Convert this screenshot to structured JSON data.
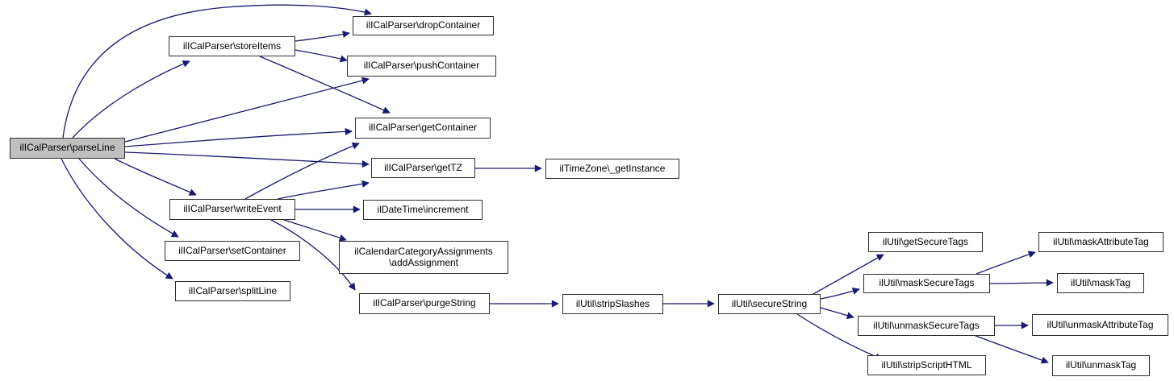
{
  "diagram_type": "call-graph",
  "colors": {
    "edge": "#191970",
    "node_border": "#2f2f2f",
    "node_fill": "#ffffff",
    "highlight_fill": "#bfbfbf",
    "background": "#ffffff"
  },
  "nodes": {
    "parseLine": {
      "label": "ilICalParser\\parseLine",
      "highlighted": true
    },
    "storeItems": {
      "label": "ilICalParser\\storeItems"
    },
    "dropContainer": {
      "label": "ilICalParser\\dropContainer"
    },
    "pushContainer": {
      "label": "ilICalParser\\pushContainer"
    },
    "getContainer": {
      "label": "ilICalParser\\getContainer"
    },
    "getTZ": {
      "label": "ilICalParser\\getTZ"
    },
    "getInstance": {
      "label": "ilTimeZone\\_getInstance"
    },
    "writeEvent": {
      "label": "ilICalParser\\writeEvent"
    },
    "increment": {
      "label": "ilDateTime\\increment"
    },
    "addAssignment": {
      "label1": "ilCalendarCategoryAssignments",
      "label2": "\\addAssignment"
    },
    "setContainer": {
      "label": "ilICalParser\\setContainer"
    },
    "splitLine": {
      "label": "ilICalParser\\splitLine"
    },
    "purgeString": {
      "label": "ilICalParser\\purgeString"
    },
    "stripSlashes": {
      "label": "ilUtil\\stripSlashes"
    },
    "secureString": {
      "label": "ilUtil\\secureString"
    },
    "getSecureTags": {
      "label": "ilUtil\\getSecureTags"
    },
    "maskSecureTags": {
      "label": "ilUtil\\maskSecureTags"
    },
    "unmaskSecureTags": {
      "label": "ilUtil\\unmaskSecureTags"
    },
    "stripScriptHTML": {
      "label": "ilUtil\\stripScriptHTML"
    },
    "maskAttributeTag": {
      "label": "ilUtil\\maskAttributeTag"
    },
    "maskTag": {
      "label": "ilUtil\\maskTag"
    },
    "unmaskAttributeTag": {
      "label": "ilUtil\\unmaskAttributeTag"
    },
    "unmaskTag": {
      "label": "ilUtil\\unmaskTag"
    }
  },
  "edges": [
    {
      "from": "parseLine",
      "to": "dropContainer"
    },
    {
      "from": "parseLine",
      "to": "storeItems"
    },
    {
      "from": "parseLine",
      "to": "pushContainer"
    },
    {
      "from": "parseLine",
      "to": "getContainer"
    },
    {
      "from": "parseLine",
      "to": "getTZ"
    },
    {
      "from": "parseLine",
      "to": "writeEvent"
    },
    {
      "from": "parseLine",
      "to": "setContainer"
    },
    {
      "from": "parseLine",
      "to": "splitLine"
    },
    {
      "from": "storeItems",
      "to": "dropContainer"
    },
    {
      "from": "storeItems",
      "to": "pushContainer"
    },
    {
      "from": "storeItems",
      "to": "getContainer"
    },
    {
      "from": "writeEvent",
      "to": "getContainer"
    },
    {
      "from": "writeEvent",
      "to": "getTZ"
    },
    {
      "from": "writeEvent",
      "to": "increment"
    },
    {
      "from": "writeEvent",
      "to": "addAssignment"
    },
    {
      "from": "writeEvent",
      "to": "purgeString"
    },
    {
      "from": "getTZ",
      "to": "getInstance"
    },
    {
      "from": "purgeString",
      "to": "stripSlashes"
    },
    {
      "from": "stripSlashes",
      "to": "secureString"
    },
    {
      "from": "secureString",
      "to": "getSecureTags"
    },
    {
      "from": "secureString",
      "to": "maskSecureTags"
    },
    {
      "from": "secureString",
      "to": "unmaskSecureTags"
    },
    {
      "from": "secureString",
      "to": "stripScriptHTML"
    },
    {
      "from": "maskSecureTags",
      "to": "maskAttributeTag"
    },
    {
      "from": "maskSecureTags",
      "to": "maskTag"
    },
    {
      "from": "unmaskSecureTags",
      "to": "unmaskAttributeTag"
    },
    {
      "from": "unmaskSecureTags",
      "to": "unmaskTag"
    }
  ]
}
